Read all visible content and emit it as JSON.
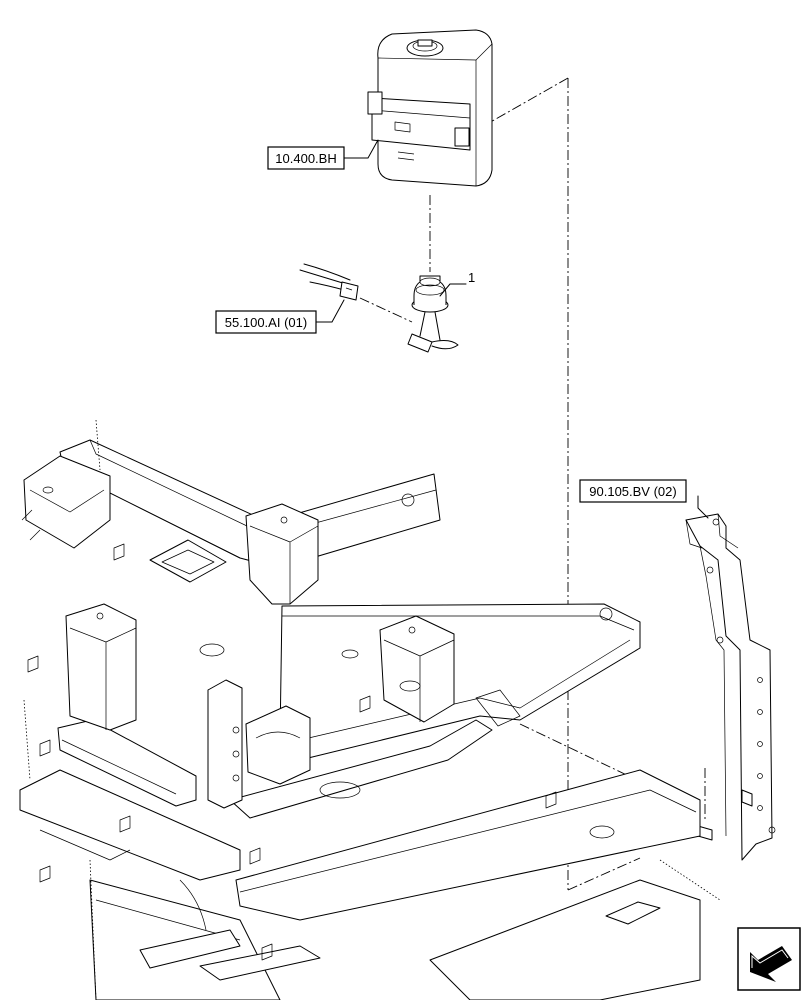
{
  "diagram": {
    "references": {
      "tank": "10.400.BH",
      "harness": "55.100.AI (01)",
      "bracket": "90.105.BV (02)"
    },
    "callouts": {
      "item_1": "1"
    },
    "nav": {
      "icon": "arrow-icon"
    }
  }
}
